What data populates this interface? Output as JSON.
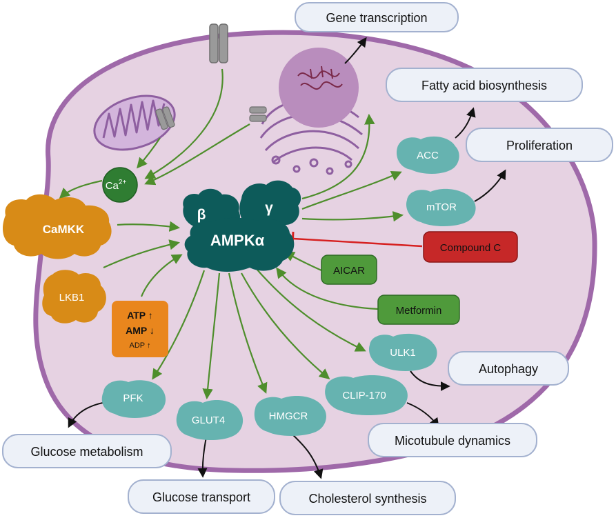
{
  "colors": {
    "cell_fill": "#e6d2e2",
    "cell_border": "#9f69a9",
    "nucleus": "#b98dbd",
    "ampk": "#0d5b5a",
    "teal_protein": "#66b3b0",
    "orange_kinase": "#d88b17",
    "energy_box": "#e9861d",
    "drug_green": "#4f9a3b",
    "inhibitor_red": "#c62828",
    "ca_green": "#2f7d32",
    "outcome_fill": "#edf1f8",
    "outcome_border": "#a3b1cf",
    "arrow_green": "#4e8e2c",
    "arrow_red": "#d62020"
  },
  "center": {
    "beta": "β",
    "gamma": "γ",
    "alpha": "AMPKα"
  },
  "ion": {
    "base": "Ca",
    "superscript": "2+"
  },
  "upstream": {
    "camkk": "CaMKK",
    "lkb1": "LKB1"
  },
  "energy": {
    "line1": "ATP ↑",
    "line2": "AMP ↓",
    "line3": "ADP ↑"
  },
  "modulators": {
    "aicar": "AICAR",
    "metformin": "Metformin",
    "compound_c": "Compound C"
  },
  "targets": {
    "acc": "ACC",
    "mtor": "mTOR",
    "ulk1": "ULK1",
    "clip170": "CLIP-170",
    "hmgcr": "HMGCR",
    "glut4": "GLUT4",
    "pfk": "PFK"
  },
  "outcomes": {
    "gene_transcription": "Gene transcription",
    "fatty_acid": "Fatty acid biosynthesis",
    "proliferation": "Proliferation",
    "autophagy": "Autophagy",
    "microtubule": "Micotubule dynamics",
    "glucose_metabolism": "Glucose metabolism",
    "glucose_transport": "Glucose transport",
    "cholesterol": "Cholesterol synthesis"
  }
}
